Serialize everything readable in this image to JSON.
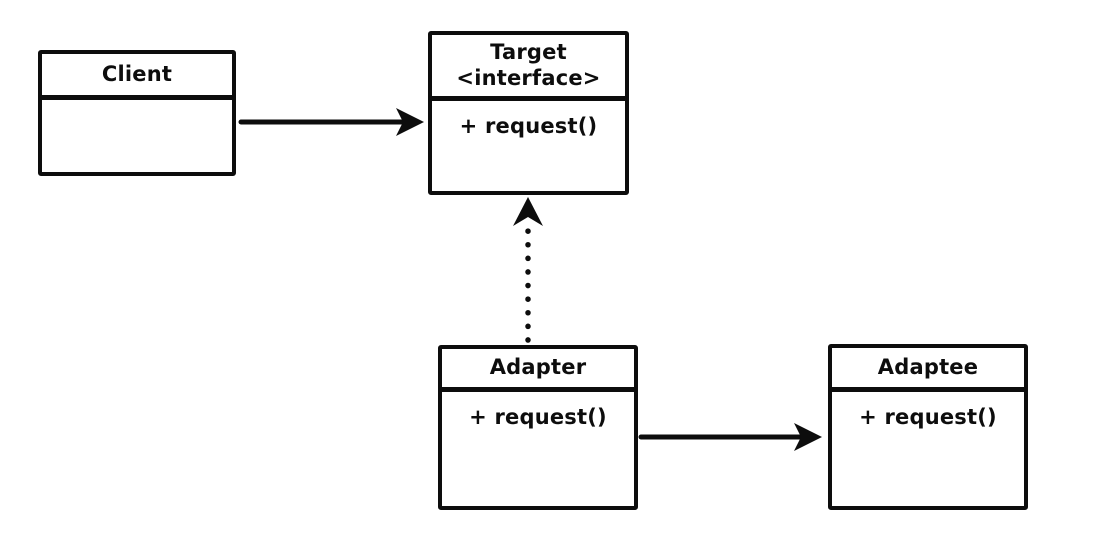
{
  "colors": {
    "stroke": "#0d0d0d",
    "background": "#ffffff"
  },
  "classes": {
    "client": {
      "name": "Client",
      "members": []
    },
    "target": {
      "name": "Target",
      "stereotype": "<interface>",
      "members": [
        "+ request()"
      ]
    },
    "adapter": {
      "name": "Adapter",
      "members": [
        "+ request()"
      ]
    },
    "adaptee": {
      "name": "Adaptee",
      "members": [
        "+ request()"
      ]
    }
  },
  "edges": [
    {
      "from": "Client",
      "to": "Target",
      "style": "solid-arrow"
    },
    {
      "from": "Adapter",
      "to": "Target",
      "style": "dotted-arrow"
    },
    {
      "from": "Adapter",
      "to": "Adaptee",
      "style": "solid-arrow"
    }
  ]
}
